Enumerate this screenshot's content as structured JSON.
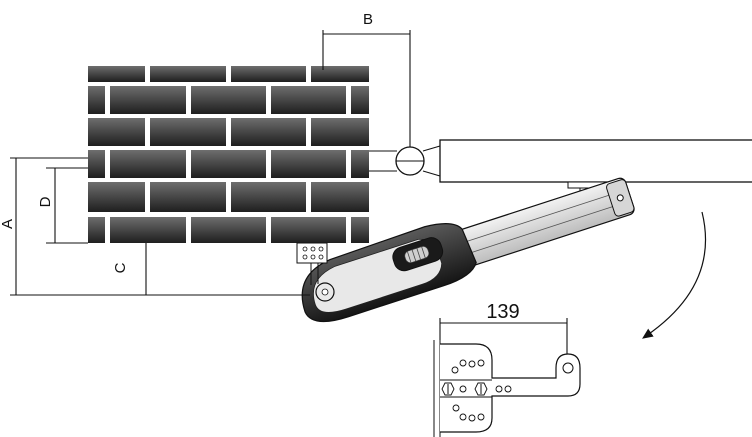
{
  "labels": {
    "A": "A",
    "B": "B",
    "C": "C",
    "D": "D",
    "bracket_dimension": "139"
  },
  "colors": {
    "brick_top": "#6b6b6b",
    "brick_bottom": "#1f1f1f",
    "line": "#111111",
    "operator_dark": "#2a2a2a",
    "operator_light": "#e6e6e6"
  }
}
